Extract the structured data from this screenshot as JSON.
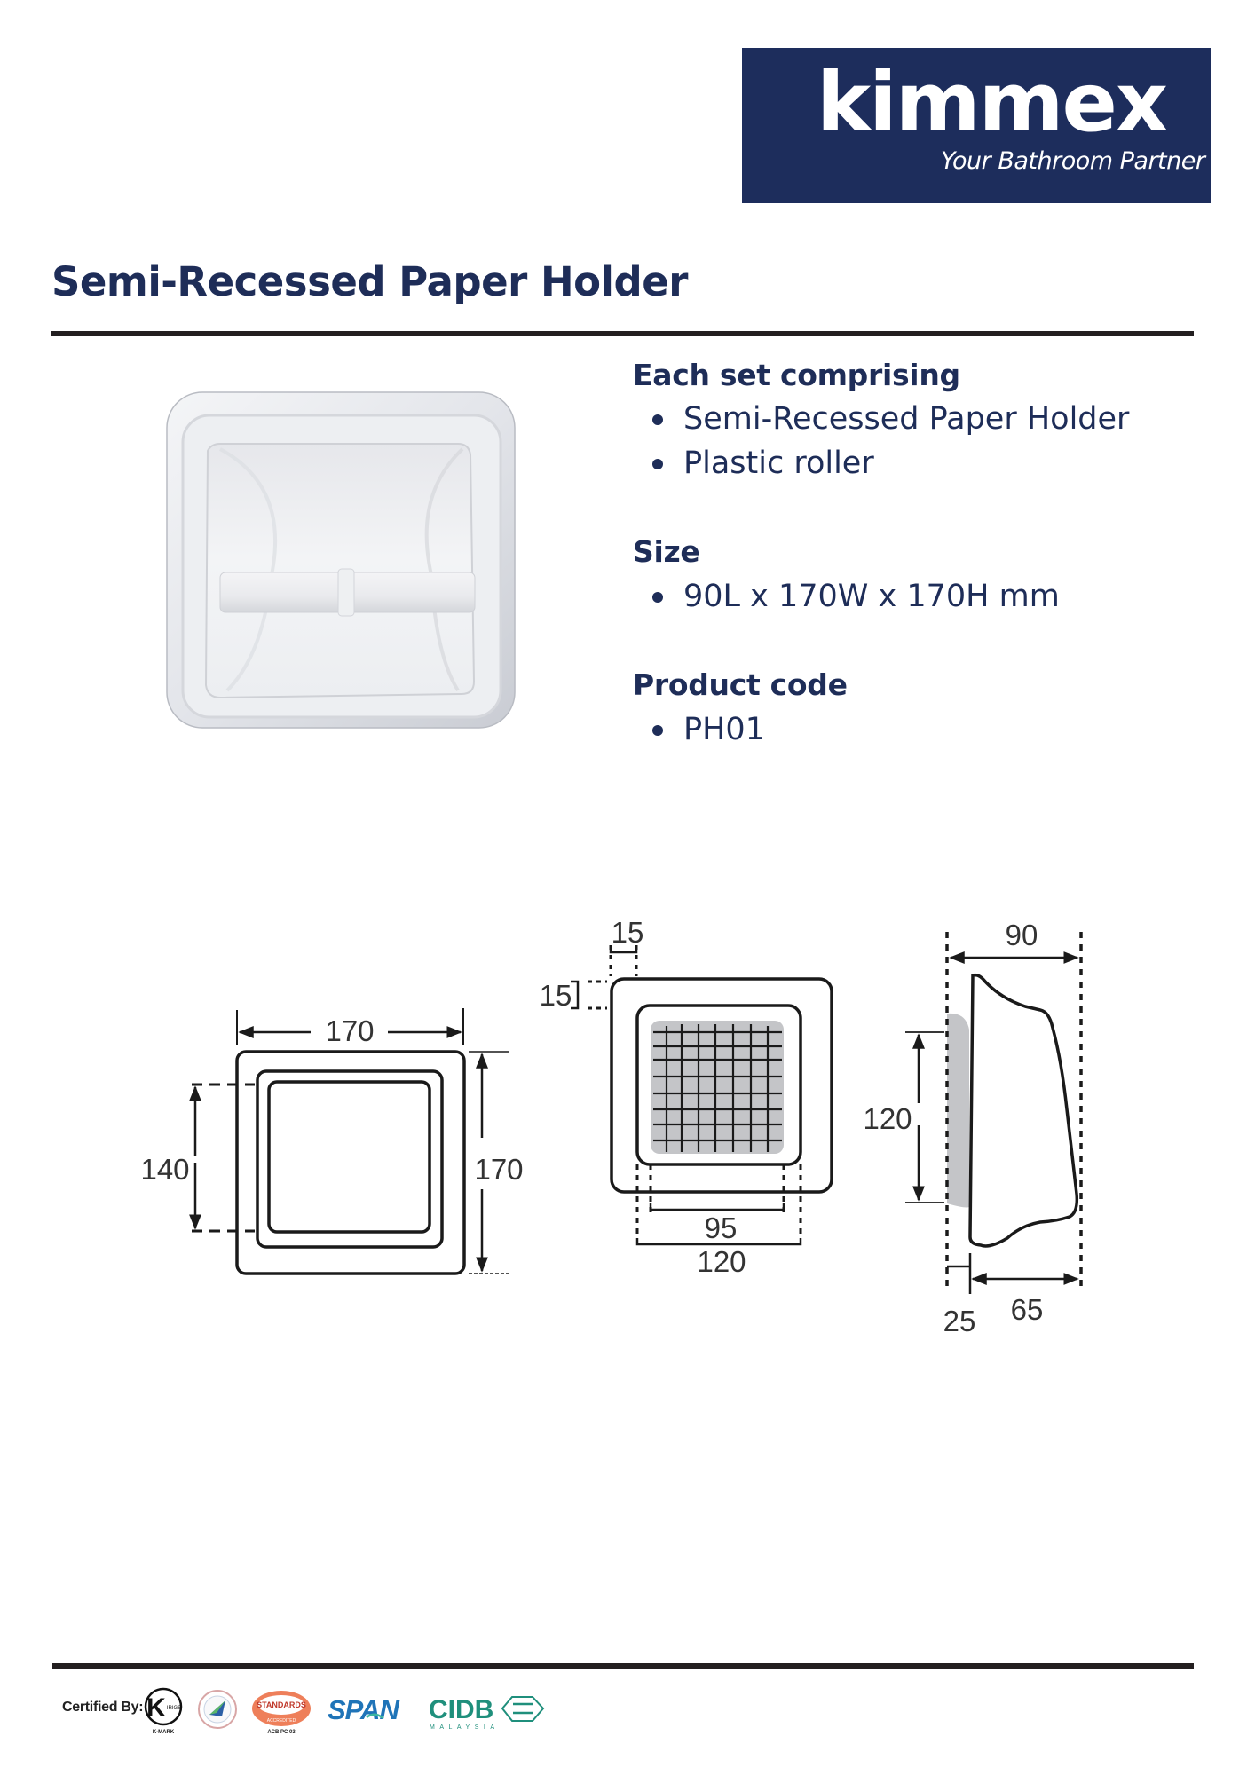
{
  "brand": {
    "name": "kimmex",
    "tagline": "Your Bathroom Partner",
    "color": "#1d2d5c"
  },
  "page_title": "Semi-Recessed Paper Holder",
  "specs": {
    "contents": {
      "heading": "Each set comprising",
      "items": [
        "Semi-Recessed Paper Holder",
        "Plastic roller"
      ]
    },
    "size": {
      "heading": "Size",
      "items": [
        "90L x 170W x 170H mm"
      ]
    },
    "code": {
      "heading": "Product code",
      "items": [
        "PH01"
      ]
    }
  },
  "drawings": {
    "front": {
      "width_label": "170",
      "height_label": "170",
      "inner_label": "140"
    },
    "back": {
      "top_label": "15",
      "side_label": "15",
      "inner_width_label": "95",
      "outer_width_label": "120"
    },
    "side": {
      "depth_label": "90",
      "height_label": "120",
      "recess_label": "25",
      "projection_label": "65"
    }
  },
  "footer": {
    "certified_label": "Certified By:",
    "logos": [
      {
        "name": "K-MARK",
        "caption": "K-MARK"
      },
      {
        "name": "ISO certification",
        "caption": ""
      },
      {
        "name": "STANDARDS MALAYSIA",
        "text": "STANDARDS",
        "sub": "ACCREDITED",
        "caption": "ACB PC 03"
      },
      {
        "name": "SPAN",
        "text": "SPAN"
      },
      {
        "name": "CIDB MALAYSIA",
        "text": "CIDB",
        "sub": "MALAYSIA"
      }
    ]
  }
}
